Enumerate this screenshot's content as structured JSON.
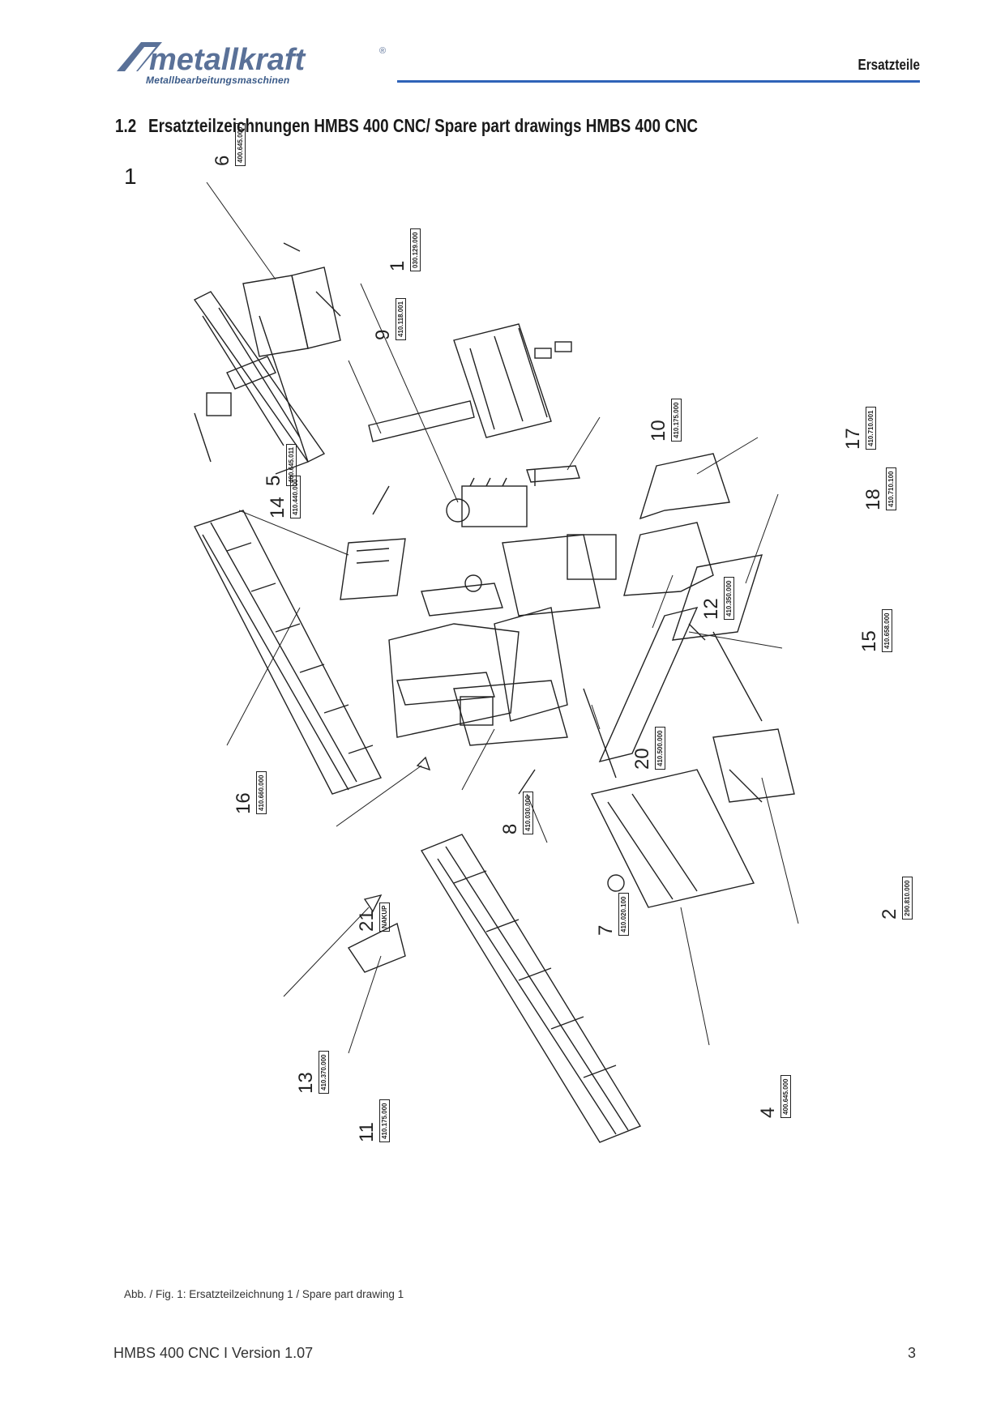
{
  "header": {
    "brand": "metallkraft",
    "brand_registered": "®",
    "tagline": "Metallbearbeitungsmaschinen",
    "section_title": "Ersatzteile",
    "rule_color": "#2f63b8",
    "brand_color": "#3a5a88"
  },
  "heading": {
    "number": "1.2",
    "text": "Ersatzteilzeichnungen HMBS 400 CNC/ Spare part drawings HMBS 400 CNC"
  },
  "figure": {
    "number": "1",
    "caption": "Abb. / Fig. 1: Ersatzteilzeichnung 1  / Spare part drawing 1",
    "callouts": [
      {
        "pos": "6",
        "part": "400.645.000"
      },
      {
        "pos": "1",
        "part": "030.129.000"
      },
      {
        "pos": "9",
        "part": "410.118.001"
      },
      {
        "pos": "10",
        "part": "410.175.000"
      },
      {
        "pos": "17",
        "part": "410.710.001"
      },
      {
        "pos": "18",
        "part": "410.710.100"
      },
      {
        "pos": "5",
        "part": "400.645.011"
      },
      {
        "pos": "14",
        "part": "410.440.000"
      },
      {
        "pos": "12",
        "part": "410.350.000"
      },
      {
        "pos": "15",
        "part": "410.658.000"
      },
      {
        "pos": "16",
        "part": "410.660.000"
      },
      {
        "pos": "8",
        "part": "410.030.000"
      },
      {
        "pos": "20",
        "part": "410.500.000"
      },
      {
        "pos": "2",
        "part": "290.810.000"
      },
      {
        "pos": "21",
        "part": "NAKUP"
      },
      {
        "pos": "7",
        "part": "410.020.100"
      },
      {
        "pos": "13",
        "part": "410.370.000"
      },
      {
        "pos": "11",
        "part": "410.175.000"
      },
      {
        "pos": "4",
        "part": "400.645.000"
      }
    ]
  },
  "footer": {
    "doc": "HMBS 400 CNC I Version 1.07",
    "page": "3"
  }
}
